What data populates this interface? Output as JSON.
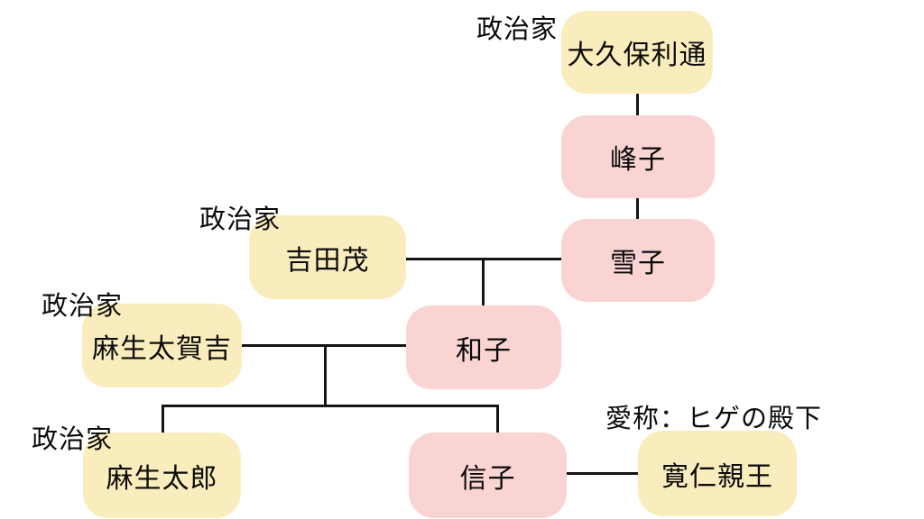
{
  "diagram": {
    "type": "family-tree",
    "language": "ja"
  },
  "colors": {
    "politician_box": "#FAEDBD",
    "family_box": "#FAD4D2",
    "line": "#141414",
    "text": "#0a0a0a",
    "background": "#ffffff"
  },
  "nodes": {
    "okubo": {
      "label": "大久保利通",
      "box_color": "yellow",
      "annotation": "政治家"
    },
    "mineko": {
      "label": "峰子",
      "box_color": "pink"
    },
    "yukiko": {
      "label": "雪子",
      "box_color": "pink"
    },
    "yoshida": {
      "label": "吉田茂",
      "box_color": "yellow",
      "annotation": "政治家"
    },
    "kazuko": {
      "label": "和子",
      "box_color": "pink"
    },
    "takakichi": {
      "label": "麻生太賀吉",
      "box_color": "yellow",
      "annotation": "政治家"
    },
    "taro": {
      "label": "麻生太郎",
      "box_color": "yellow",
      "annotation": "政治家"
    },
    "nobuko": {
      "label": "信子",
      "box_color": "pink"
    },
    "tomohito": {
      "label": "寛仁親王",
      "box_color": "yellow",
      "annotation": "愛称：ヒゲの殿下"
    }
  },
  "labels": {
    "okubo_role": "政治家",
    "yoshida_role": "政治家",
    "takakichi_role": "政治家",
    "taro_role": "政治家",
    "tomohito_alias": "愛称：ヒゲの殿下"
  },
  "edges": [
    {
      "from": "大久保利通",
      "to": "峰子",
      "relation": "parent-child"
    },
    {
      "from": "峰子",
      "to": "雪子",
      "relation": "parent-child"
    },
    {
      "from": "吉田茂",
      "to": "雪子",
      "relation": "couple"
    },
    {
      "from": "吉田茂・雪子",
      "to": "和子",
      "relation": "parent-child"
    },
    {
      "from": "麻生太賀吉",
      "to": "和子",
      "relation": "couple"
    },
    {
      "from": "麻生太賀吉・和子",
      "to": "麻生太郎",
      "relation": "parent-child"
    },
    {
      "from": "麻生太賀吉・和子",
      "to": "信子",
      "relation": "parent-child"
    },
    {
      "from": "信子",
      "to": "寛仁親王",
      "relation": "couple"
    }
  ]
}
